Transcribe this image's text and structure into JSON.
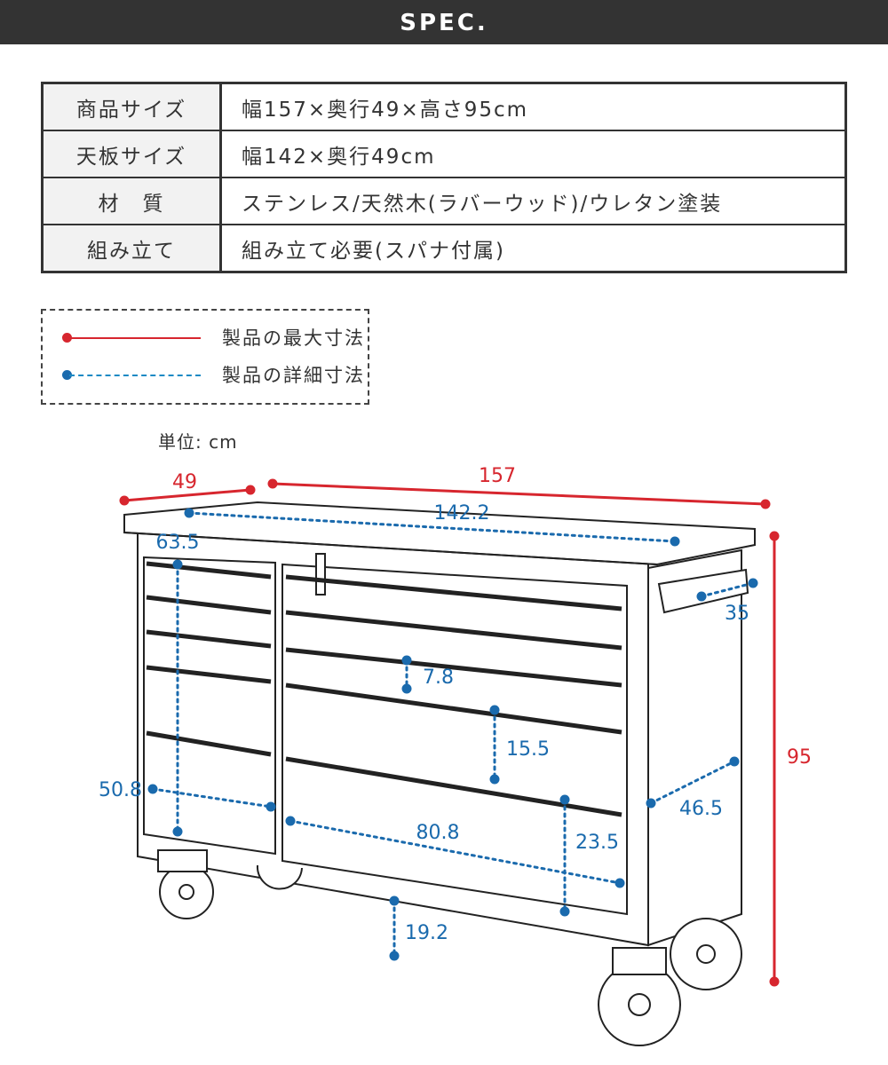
{
  "header": {
    "title": "SPEC."
  },
  "spec_table": [
    {
      "label": "商品サイズ",
      "value": "幅157×奥行49×高さ95cm"
    },
    {
      "label": "天板サイズ",
      "value": "幅142×奥行49cm"
    },
    {
      "label": "材　質",
      "value": "ステンレス/天然木(ラバーウッド)/ウレタン塗装"
    },
    {
      "label": "組み立て",
      "value": "組み立て必要(スパナ付属)"
    }
  ],
  "legend": {
    "max": {
      "label": "製品の最大寸法",
      "color": "#d7262e"
    },
    "detail": {
      "label": "製品の詳細寸法",
      "color": "#1a6aad"
    }
  },
  "unit": "単位: cm",
  "dimensions": {
    "depth": "49",
    "width": "157",
    "height": "95",
    "top_width": "142.2",
    "left_drawer_height": "63.5",
    "handle": "35",
    "drawer_small": "7.8",
    "drawer_mid": "15.5",
    "left_drawer_width": "50.8",
    "right_drawer_width": "80.8",
    "drawer_large": "23.5",
    "side_depth": "46.5",
    "ground_clearance": "19.2"
  }
}
